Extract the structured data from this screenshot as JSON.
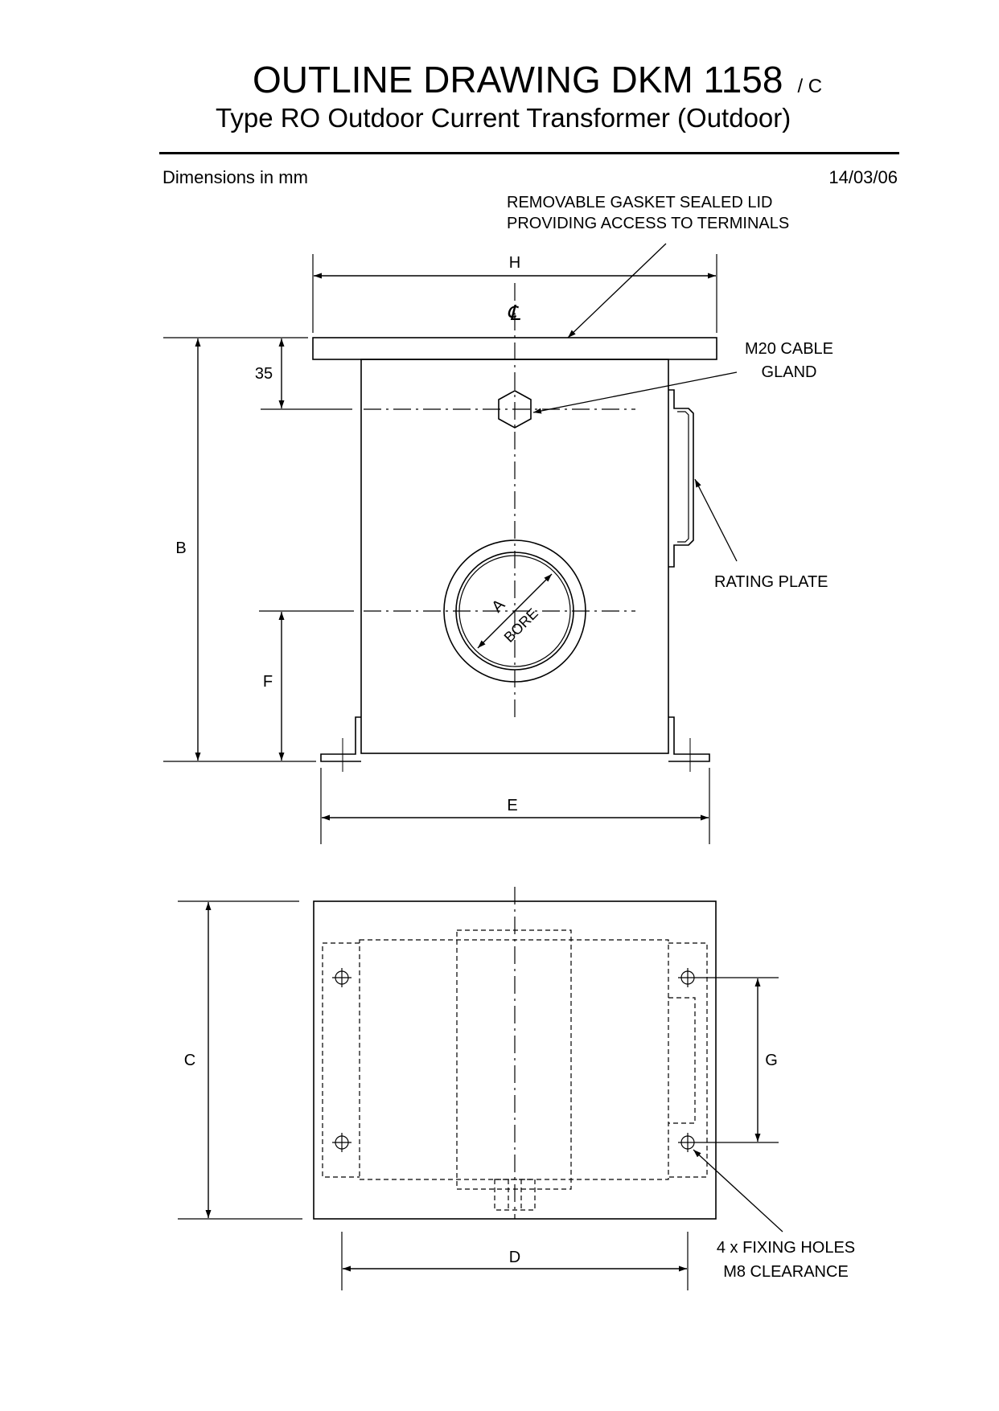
{
  "header": {
    "title": "OUTLINE DRAWING DKM 1158",
    "revision": "/ C",
    "subtitle": "Type RO Outdoor Current Transformer (Outdoor)",
    "units_note": "Dimensions in mm",
    "date": "14/03/06"
  },
  "front_view": {
    "lid_note_line1": "REMOVABLE GASKET SEALED LID",
    "lid_note_line2": "PROVIDING ACCESS TO TERMINALS",
    "gland_note_line1": "M20 CABLE",
    "gland_note_line2": "GLAND",
    "rating_plate_note": "RATING PLATE",
    "centerline_symbol": "℄",
    "dim_h": "H",
    "dim_35": "35",
    "dim_b": "B",
    "dim_f": "F",
    "dim_e": "E",
    "bore_a": "A",
    "bore_label": "BORE"
  },
  "plan_view": {
    "dim_c": "C",
    "dim_g": "G",
    "dim_d": "D",
    "fixing_note_line1": "4 x FIXING HOLES",
    "fixing_note_line2": "M8 CLEARANCE"
  }
}
